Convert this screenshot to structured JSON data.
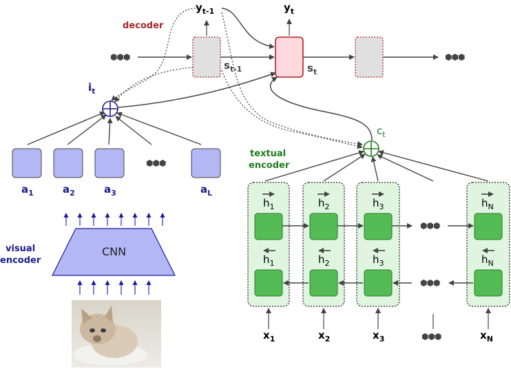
{
  "labels": {
    "decoder": "decoder",
    "textual_encoder_1": "textual",
    "textual_encoder_2": "encoder",
    "visual_encoder_1": "visual",
    "visual_encoder_2": "encoder",
    "cnn": "CNN"
  },
  "decoder_vars": {
    "y_prev": "y",
    "y_prev_sub": "t-1",
    "y_t": "y",
    "y_t_sub": "t",
    "s_prev": "s",
    "s_prev_sub": "t-1",
    "s_t": "s",
    "s_t_sub": "t"
  },
  "attention": {
    "i_t": "i",
    "i_t_sub": "t",
    "c_t": "c",
    "c_t_sub": "t",
    "plus": "⊕"
  },
  "visual_annotations": [
    {
      "name": "a",
      "sub": "1"
    },
    {
      "name": "a",
      "sub": "2"
    },
    {
      "name": "a",
      "sub": "3"
    },
    {
      "name": "a",
      "sub": "L"
    }
  ],
  "text_inputs": [
    {
      "name": "x",
      "sub": "1"
    },
    {
      "name": "x",
      "sub": "2"
    },
    {
      "name": "x",
      "sub": "3"
    },
    {
      "name": "x",
      "sub": "N"
    }
  ],
  "hidden_states": [
    {
      "name": "h",
      "sub": "1"
    },
    {
      "name": "h",
      "sub": "2"
    },
    {
      "name": "h",
      "sub": "3"
    },
    {
      "name": "h",
      "sub": "N"
    }
  ],
  "colors": {
    "visual_box": "#b3b8f5",
    "cnn": "#b3b8f5",
    "rnn_cell": "#55bb55",
    "rnn_column": "#dff5df",
    "decoder_state": "#e0e0e0",
    "decoder_current": "#ffd9dd",
    "visual_plus": "#1a1a8c",
    "text_plus": "#1e7d1e"
  }
}
